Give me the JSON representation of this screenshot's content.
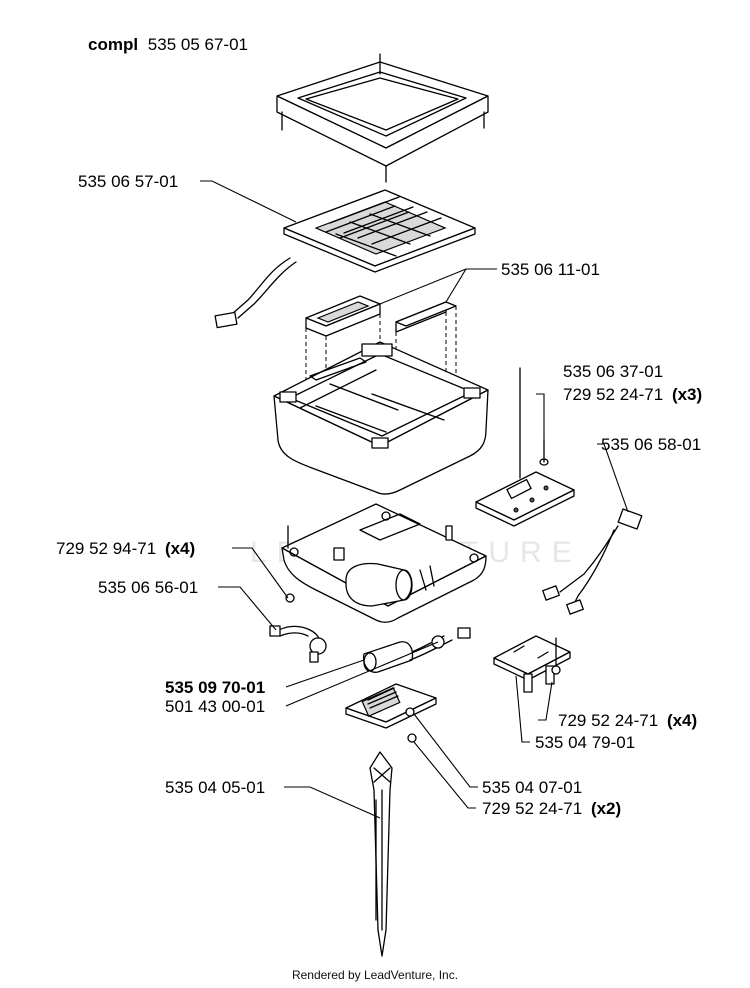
{
  "title": {
    "prefix": "compl",
    "part_number": "535 05 67-01"
  },
  "labels": [
    {
      "id": "cover-frame",
      "part_number": "535 06 57-01",
      "qty": "",
      "bold": false
    },
    {
      "id": "insulation-pads",
      "part_number": "535 06 11-01",
      "qty": "",
      "bold": false
    },
    {
      "id": "circuit-board",
      "part_number": "535 06 37-01",
      "qty": "",
      "bold": false
    },
    {
      "id": "board-screw",
      "part_number": "729 52 24-71",
      "qty": "(x3)",
      "bold": false
    },
    {
      "id": "cable",
      "part_number": "535 06 58-01",
      "qty": "",
      "bold": false
    },
    {
      "id": "base-screw",
      "part_number": "729 52 94-71",
      "qty": "(x4)",
      "bold": false
    },
    {
      "id": "switch-cable",
      "part_number": "535 06 56-01",
      "qty": "",
      "bold": false
    },
    {
      "id": "battery",
      "part_number": "535 09 70-01",
      "qty": "",
      "bold": true
    },
    {
      "id": "battery-holder",
      "part_number": "501 43 00-01",
      "qty": "",
      "bold": false
    },
    {
      "id": "bracket-screw",
      "part_number": "729 52 24-71",
      "qty": "(x4)",
      "bold": false
    },
    {
      "id": "bracket",
      "part_number": "535 04 79-01",
      "qty": "",
      "bold": false
    },
    {
      "id": "ground-stake",
      "part_number": "535 04 05-01",
      "qty": "",
      "bold": false
    },
    {
      "id": "connector-plate",
      "part_number": "535 04 07-01",
      "qty": "",
      "bold": false
    },
    {
      "id": "plate-screw",
      "part_number": "729 52 24-71",
      "qty": "(x2)",
      "bold": false
    }
  ],
  "watermark": "LEADVENTURE",
  "footer": "Rendered by LeadVenture, Inc."
}
